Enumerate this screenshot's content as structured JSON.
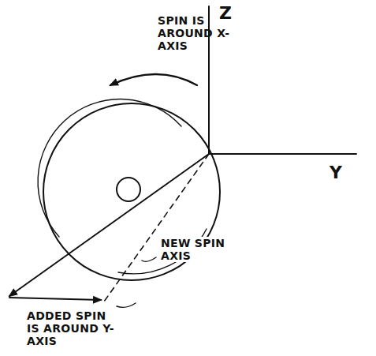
{
  "diagram": {
    "labels": [
      "Z",
      "SPIN IS AROUND X-AXIS",
      "Y",
      "NEW SPIN AXIS",
      "ADDED SPIN IS AROUND Y-AXIS"
    ]
  }
}
